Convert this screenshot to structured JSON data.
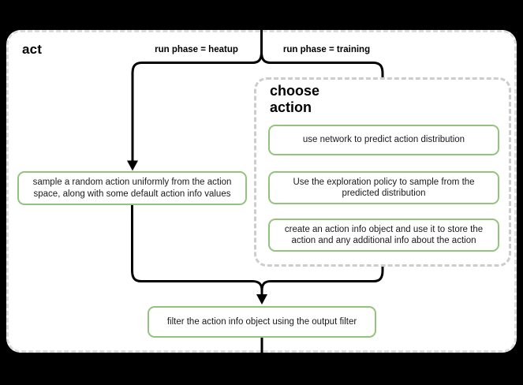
{
  "colors": {
    "page_background": "#000000",
    "canvas_background": "#ffffff",
    "canvas_border": "#dcdcdc",
    "group_border": "#cdcdcd",
    "node_border": "#93c47d",
    "node_fill": "#ffffff",
    "connector": "#000000",
    "text": "#1a1a1a"
  },
  "flowchart": {
    "title": "act",
    "branches": [
      {
        "id": "heatup",
        "label": "run phase = heatup"
      },
      {
        "id": "training",
        "label": "run phase = training"
      }
    ],
    "group": {
      "title": "choose action",
      "steps": [
        "use network to predict action distribution",
        "Use the exploration policy to sample from the predicted distribution",
        "create an action info object and use it to store the action and any additional info about the action"
      ]
    },
    "nodes": {
      "sample_random": "sample a random action uniformly from the action space, along with some default action info values",
      "use_network": "use network to predict action distribution",
      "exploration_policy": "Use the exploration policy to sample from the predicted distribution",
      "action_info_object": "create an action info object and use it to store the action and any additional info about the action",
      "filter_output": "filter the action info object using the output filter"
    }
  }
}
